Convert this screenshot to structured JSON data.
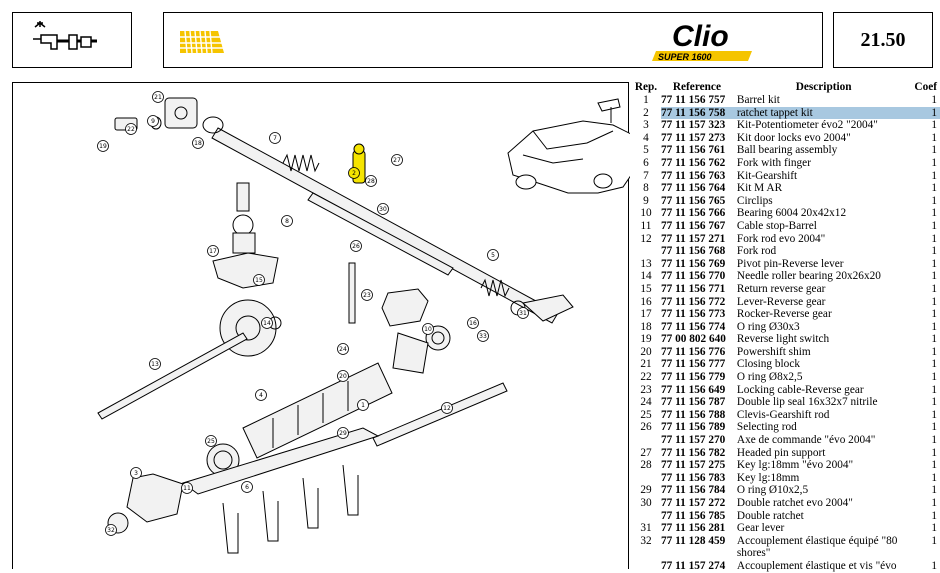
{
  "header": {
    "icon_name": "gearbox-fork-icon",
    "logo_text": "Clio",
    "logo_sub": "SUPER 1600",
    "page_number": "21.50",
    "accent_color": "#f5c400"
  },
  "table": {
    "columns": {
      "rep": "Rep.",
      "ref": "Reference",
      "desc": "Description",
      "coef": "Coef"
    },
    "selected_row": 1,
    "rows": [
      {
        "rep": "1",
        "ref": "77 11 156 757",
        "desc": "Barrel kit",
        "coef": "1"
      },
      {
        "rep": "2",
        "ref": "77 11 156 758",
        "desc": "ratchet tappet kit",
        "coef": "1"
      },
      {
        "rep": "3",
        "ref": "77 11 157 323",
        "desc": "Kit-Potentiometer évo2 \"2004\"",
        "coef": "1"
      },
      {
        "rep": "4",
        "ref": "77 11 157 273",
        "desc": "Kit door locks evo 2004\"",
        "coef": "1"
      },
      {
        "rep": "5",
        "ref": "77 11 156 761",
        "desc": "Ball bearing assembly",
        "coef": "1"
      },
      {
        "rep": "6",
        "ref": "77 11 156 762",
        "desc": "Fork with finger",
        "coef": "1"
      },
      {
        "rep": "7",
        "ref": "77 11 156 763",
        "desc": "Kit-Gearshift",
        "coef": "1"
      },
      {
        "rep": "8",
        "ref": "77 11 156 764",
        "desc": "Kit M AR",
        "coef": "1"
      },
      {
        "rep": "9",
        "ref": "77 11 156 765",
        "desc": "Circlips",
        "coef": "1"
      },
      {
        "rep": "10",
        "ref": "77 11 156 766",
        "desc": "Bearing 6004 20x42x12",
        "coef": "1"
      },
      {
        "rep": "11",
        "ref": "77 11 156 767",
        "desc": "Cable stop-Barrel",
        "coef": "1"
      },
      {
        "rep": "12",
        "ref": "77 11 157 271",
        "desc": "Fork rod evo 2004\"",
        "coef": "1"
      },
      {
        "rep": "",
        "ref": "77 11 156 768",
        "desc": "Fork rod",
        "coef": "1"
      },
      {
        "rep": "13",
        "ref": "77 11 156 769",
        "desc": "Pivot pin-Reverse lever",
        "coef": "1"
      },
      {
        "rep": "14",
        "ref": "77 11 156 770",
        "desc": "Needle roller bearing 20x26x20",
        "coef": "1"
      },
      {
        "rep": "15",
        "ref": "77 11 156 771",
        "desc": "Return reverse gear",
        "coef": "1"
      },
      {
        "rep": "16",
        "ref": "77 11 156 772",
        "desc": "Lever-Reverse gear",
        "coef": "1"
      },
      {
        "rep": "17",
        "ref": "77 11 156 773",
        "desc": "Rocker-Reverse gear",
        "coef": "1"
      },
      {
        "rep": "18",
        "ref": "77 11 156 774",
        "desc": "O ring Ø30x3",
        "coef": "1"
      },
      {
        "rep": "19",
        "ref": "77 00 802 640",
        "desc": "Reverse light switch",
        "coef": "1"
      },
      {
        "rep": "20",
        "ref": "77 11 156 776",
        "desc": "Powershift shim",
        "coef": "1"
      },
      {
        "rep": "21",
        "ref": "77 11 156 777",
        "desc": "Closing block",
        "coef": "1"
      },
      {
        "rep": "22",
        "ref": "77 11 156 779",
        "desc": "O ring Ø8x2,5",
        "coef": "1"
      },
      {
        "rep": "23",
        "ref": "77 11 156 649",
        "desc": "Locking cable-Reverse gear",
        "coef": "1"
      },
      {
        "rep": "24",
        "ref": "77 11 156 787",
        "desc": "Double lip seal 16x32x7 nitrile",
        "coef": "1"
      },
      {
        "rep": "25",
        "ref": "77 11 156 788",
        "desc": "Clevis-Gearshift rod",
        "coef": "1"
      },
      {
        "rep": "26",
        "ref": "77 11 156 789",
        "desc": "Selecting rod",
        "coef": "1"
      },
      {
        "rep": "",
        "ref": "77 11 157 270",
        "desc": "Axe de commande \"évo 2004\"",
        "coef": "1"
      },
      {
        "rep": "27",
        "ref": "77 11 156 782",
        "desc": "Headed pin support",
        "coef": "1"
      },
      {
        "rep": "28",
        "ref": "77 11 157 275",
        "desc": "Key lg:18mm \"évo 2004\"",
        "coef": "1"
      },
      {
        "rep": "",
        "ref": "77 11 156 783",
        "desc": "Key lg:18mm",
        "coef": "1"
      },
      {
        "rep": "29",
        "ref": "77 11 156 784",
        "desc": "O ring Ø10x2,5",
        "coef": "1"
      },
      {
        "rep": "30",
        "ref": "77 11 157 272",
        "desc": "Double ratchet evo 2004\"",
        "coef": "1"
      },
      {
        "rep": "",
        "ref": "77 11 156 785",
        "desc": "Double ratchet",
        "coef": "1"
      },
      {
        "rep": "31",
        "ref": "77 11 156 281",
        "desc": "Gear lever",
        "coef": "1"
      },
      {
        "rep": "32",
        "ref": "77 11 128 459",
        "desc": "Accouplement élastique équipé \"80 shores\"",
        "coef": "1"
      },
      {
        "rep": "",
        "ref": "77 11 157 274",
        "desc": "Accouplement élastique et vis \"évo",
        "coef": "1"
      }
    ]
  },
  "diagram": {
    "callouts": [
      {
        "n": "21"
      },
      {
        "n": "9"
      },
      {
        "n": "22"
      },
      {
        "n": "19"
      },
      {
        "n": "18"
      },
      {
        "n": "7"
      },
      {
        "n": "2"
      },
      {
        "n": "27"
      },
      {
        "n": "28"
      },
      {
        "n": "30"
      },
      {
        "n": "8"
      },
      {
        "n": "17"
      },
      {
        "n": "26"
      },
      {
        "n": "5"
      },
      {
        "n": "15"
      },
      {
        "n": "14"
      },
      {
        "n": "23"
      },
      {
        "n": "24"
      },
      {
        "n": "16"
      },
      {
        "n": "10"
      },
      {
        "n": "31"
      },
      {
        "n": "33"
      },
      {
        "n": "13"
      },
      {
        "n": "20"
      },
      {
        "n": "4"
      },
      {
        "n": "12"
      },
      {
        "n": "25"
      },
      {
        "n": "3"
      },
      {
        "n": "32"
      },
      {
        "n": "11"
      },
      {
        "n": "6"
      },
      {
        "n": "29"
      },
      {
        "n": "1"
      }
    ]
  }
}
